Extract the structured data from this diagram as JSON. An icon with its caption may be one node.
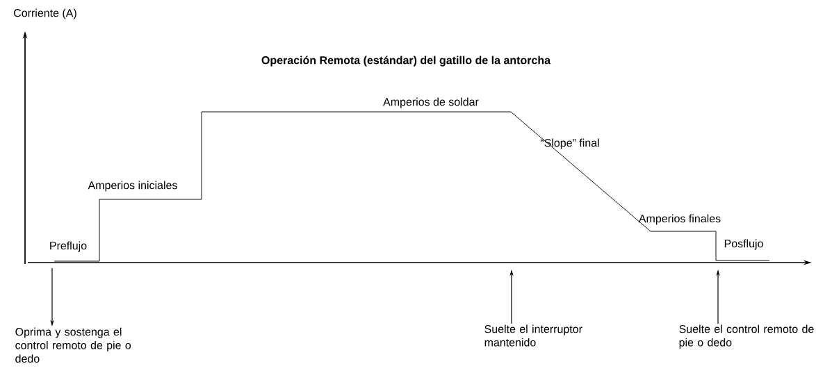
{
  "diagram": {
    "title": "Operación Remota (estándar) del gatillo de la antorcha",
    "nodes": [
      {
        "text": [
          "Oprima y sostenga el control remoto de pie o dedo"
        ]
      },
      {
        "text": [
          "Suelte el interruptor mantenido"
        ]
      },
      {
        "text": [
          "Suelte el control remoto de pie o dedo"
        ]
      }
    ],
    "edges": [
      {
        "from": null,
        "to": 0,
        "arrow": "to"
      },
      {
        "from": 1,
        "to": null,
        "arrow": "to"
      },
      {
        "from": 2,
        "to": null,
        "arrow": "to"
      }
    ],
    "labels": [
      "Corriente (A)",
      "Amperios de soldar",
      "“Slope” final",
      "Amperios iniciales",
      "Amperios finales",
      "Preflujo",
      "Posflujo"
    ]
  }
}
